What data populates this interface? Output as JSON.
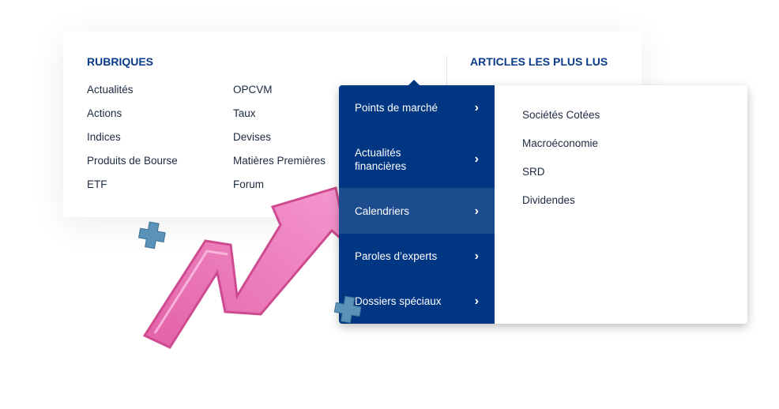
{
  "rubriques": {
    "title": "RUBRIQUES",
    "col1": [
      "Actualités",
      "Actions",
      "Indices",
      "Produits de Bourse",
      "ETF"
    ],
    "col2": [
      "OPCVM",
      "Taux",
      "Devises",
      "Matières Premières",
      "Forum"
    ]
  },
  "articles": {
    "title": "ARTICLES LES PLUS LUS"
  },
  "menu": {
    "items": [
      "Points de marché",
      "Actualités financières",
      "Calendriers",
      "Paroles d’experts",
      "Dossiers spéciaux"
    ],
    "active": "Calendriers",
    "submenu": [
      "Sociétés Cotées",
      "Macroéconomie",
      "SRD",
      "Dividendes"
    ]
  },
  "colors": {
    "brand": "#003682",
    "active": "#1c4b8e",
    "pink": "#f07ac0",
    "cross": "#5b93b8"
  }
}
